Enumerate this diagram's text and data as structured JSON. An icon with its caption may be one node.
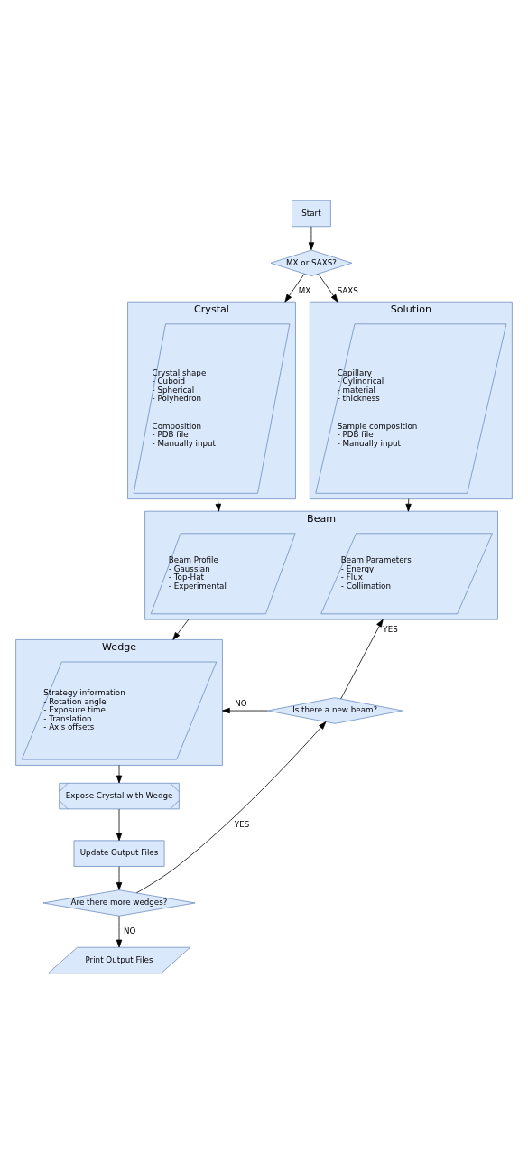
{
  "diagram": {
    "nodes": [
      {
        "text": [
          "Start"
        ]
      },
      {
        "text": [
          "MX or SAXS?"
        ]
      },
      {
        "text": [
          "Crystal"
        ]
      },
      {
        "text": [
          "Crystal shape - Cuboid - Spherical - Polyhedron",
          "Composition - PDB file - Manually input"
        ],
        "in": 2
      },
      {
        "text": [
          "Solution"
        ]
      },
      {
        "text": [
          "Capillary - Cylindrical - material - thickness",
          "Sample composition - PDB file - Manually input"
        ],
        "in": 4
      },
      {
        "text": [
          "Beam"
        ]
      },
      {
        "text": [
          "Beam Profile - Gaussian - Top-Hat - Experimental"
        ],
        "in": 6
      },
      {
        "text": [
          "Beam Parameters - Energy - Flux - Collimation"
        ],
        "in": 6
      },
      {
        "text": [
          "Wedge"
        ]
      },
      {
        "text": [
          "Strategy information - Rotation angle - Exposure time - Translation - Axis offsets"
        ],
        "in": 9
      },
      {
        "text": [
          "Is there a new beam?"
        ]
      },
      {
        "text": [
          "Expose Crystal with Wedge"
        ]
      },
      {
        "text": [
          "Update Output Files"
        ]
      },
      {
        "text": [
          "Are there more wedges?"
        ]
      },
      {
        "text": [
          "Print Output Files"
        ]
      }
    ],
    "edges": [
      {
        "from": 0,
        "to": 1,
        "arrow": "to"
      },
      {
        "from": 1,
        "to": 2,
        "arrow": "to",
        "label": "MX"
      },
      {
        "from": 1,
        "to": 4,
        "arrow": "to",
        "label": "SAXS"
      },
      {
        "from": 2,
        "to": 6,
        "arrow": "to"
      },
      {
        "from": 4,
        "to": 6,
        "arrow": "to"
      },
      {
        "from": 6,
        "to": 9,
        "arrow": "to"
      },
      {
        "from": 9,
        "to": 12,
        "arrow": "to"
      },
      {
        "from": 12,
        "to": 13,
        "arrow": "to"
      },
      {
        "from": 13,
        "to": 14,
        "arrow": "to"
      },
      {
        "from": 14,
        "to": 15,
        "arrow": "to",
        "label": "NO"
      },
      {
        "from": 14,
        "to": 11,
        "arrow": "to",
        "label": "YES"
      },
      {
        "from": 11,
        "to": 6,
        "arrow": "to",
        "label": "YES"
      },
      {
        "from": 11,
        "to": 9,
        "arrow": "to",
        "label": "NO"
      }
    ]
  }
}
